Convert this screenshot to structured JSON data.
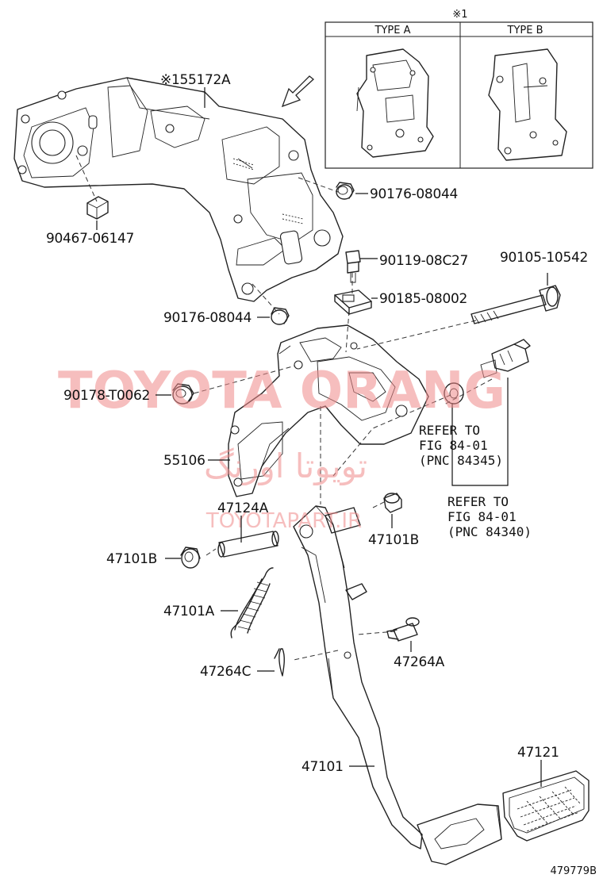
{
  "inset": {
    "note_mark": "※1",
    "type_a": "TYPE A",
    "type_b": "TYPE B"
  },
  "parts": {
    "bracket_main": "※155172A",
    "nut_upper_right": "90176-08044",
    "nut_upper_left": "90467-06147",
    "bolt_small": "90119-08C27",
    "long_bolt": "90105-10542",
    "nut_retainer": "90185-08002",
    "nut_lower_left": "90176-08044",
    "nut_front": "90178-T0062",
    "support": "55106",
    "pedal_bush_sleeve": "47124A",
    "bush_left": "47101B",
    "bush_right": "47101B",
    "spring": "47101A",
    "clip": "47264C",
    "pin": "47264A",
    "pedal": "47101",
    "pedal_pad": "47121"
  },
  "refer_1": [
    "REFER TO",
    "FIG 84-01",
    "(PNC 84345)"
  ],
  "refer_2": [
    "REFER TO",
    "FIG 84-01",
    "(PNC 84340)"
  ],
  "watermark": {
    "main": "TOYOTA ORANG",
    "persian": "تویوتا اورنگ",
    "site": "TOYOTAPART.IR"
  },
  "figure_id": "479779B"
}
